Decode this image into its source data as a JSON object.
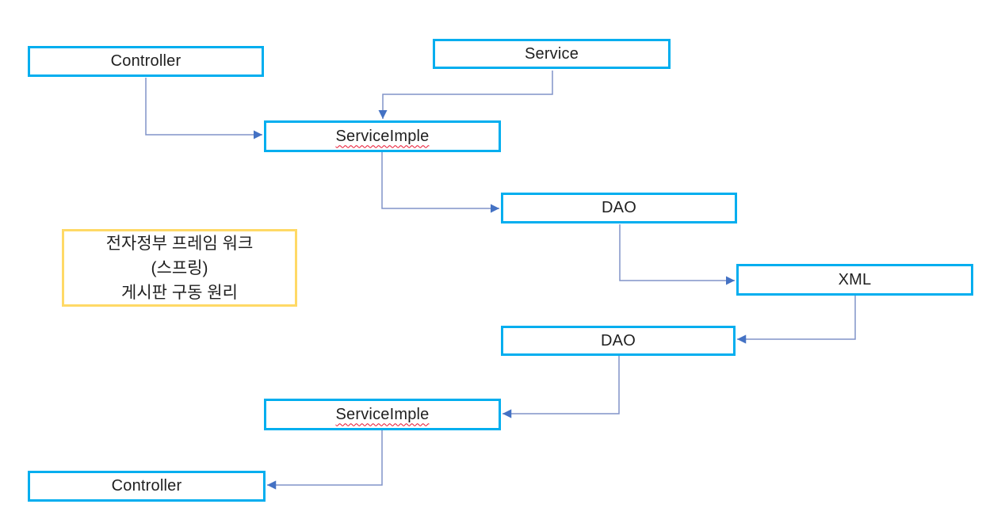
{
  "diagram": {
    "nodes": [
      {
        "id": "controller-top",
        "label": "Controller"
      },
      {
        "id": "service",
        "label": "Service"
      },
      {
        "id": "serviceimple-top",
        "label": "ServiceImple",
        "spellcheck_marked": true
      },
      {
        "id": "dao-top",
        "label": "DAO"
      },
      {
        "id": "xml",
        "label": "XML"
      },
      {
        "id": "dao-bottom",
        "label": "DAO"
      },
      {
        "id": "serviceimple-bottom",
        "label": "ServiceImple",
        "spellcheck_marked": true
      },
      {
        "id": "controller-bottom",
        "label": "Controller"
      }
    ],
    "note": {
      "lines": [
        "전자정부 프레임 워크",
        "(스프링)",
        "게시판 구동 원리"
      ]
    },
    "flow_order": [
      "Controller",
      "Service",
      "ServiceImple",
      "DAO",
      "XML",
      "DAO",
      "ServiceImple",
      "Controller"
    ],
    "colors": {
      "node_border": "#00AEEF",
      "note_border": "#FFD966",
      "connector_line": "#8094C8",
      "arrowhead": "#4472C4",
      "spellcheck_underline": "#E8112D",
      "text": "#1F1F1F",
      "background": "#FFFFFF"
    }
  }
}
